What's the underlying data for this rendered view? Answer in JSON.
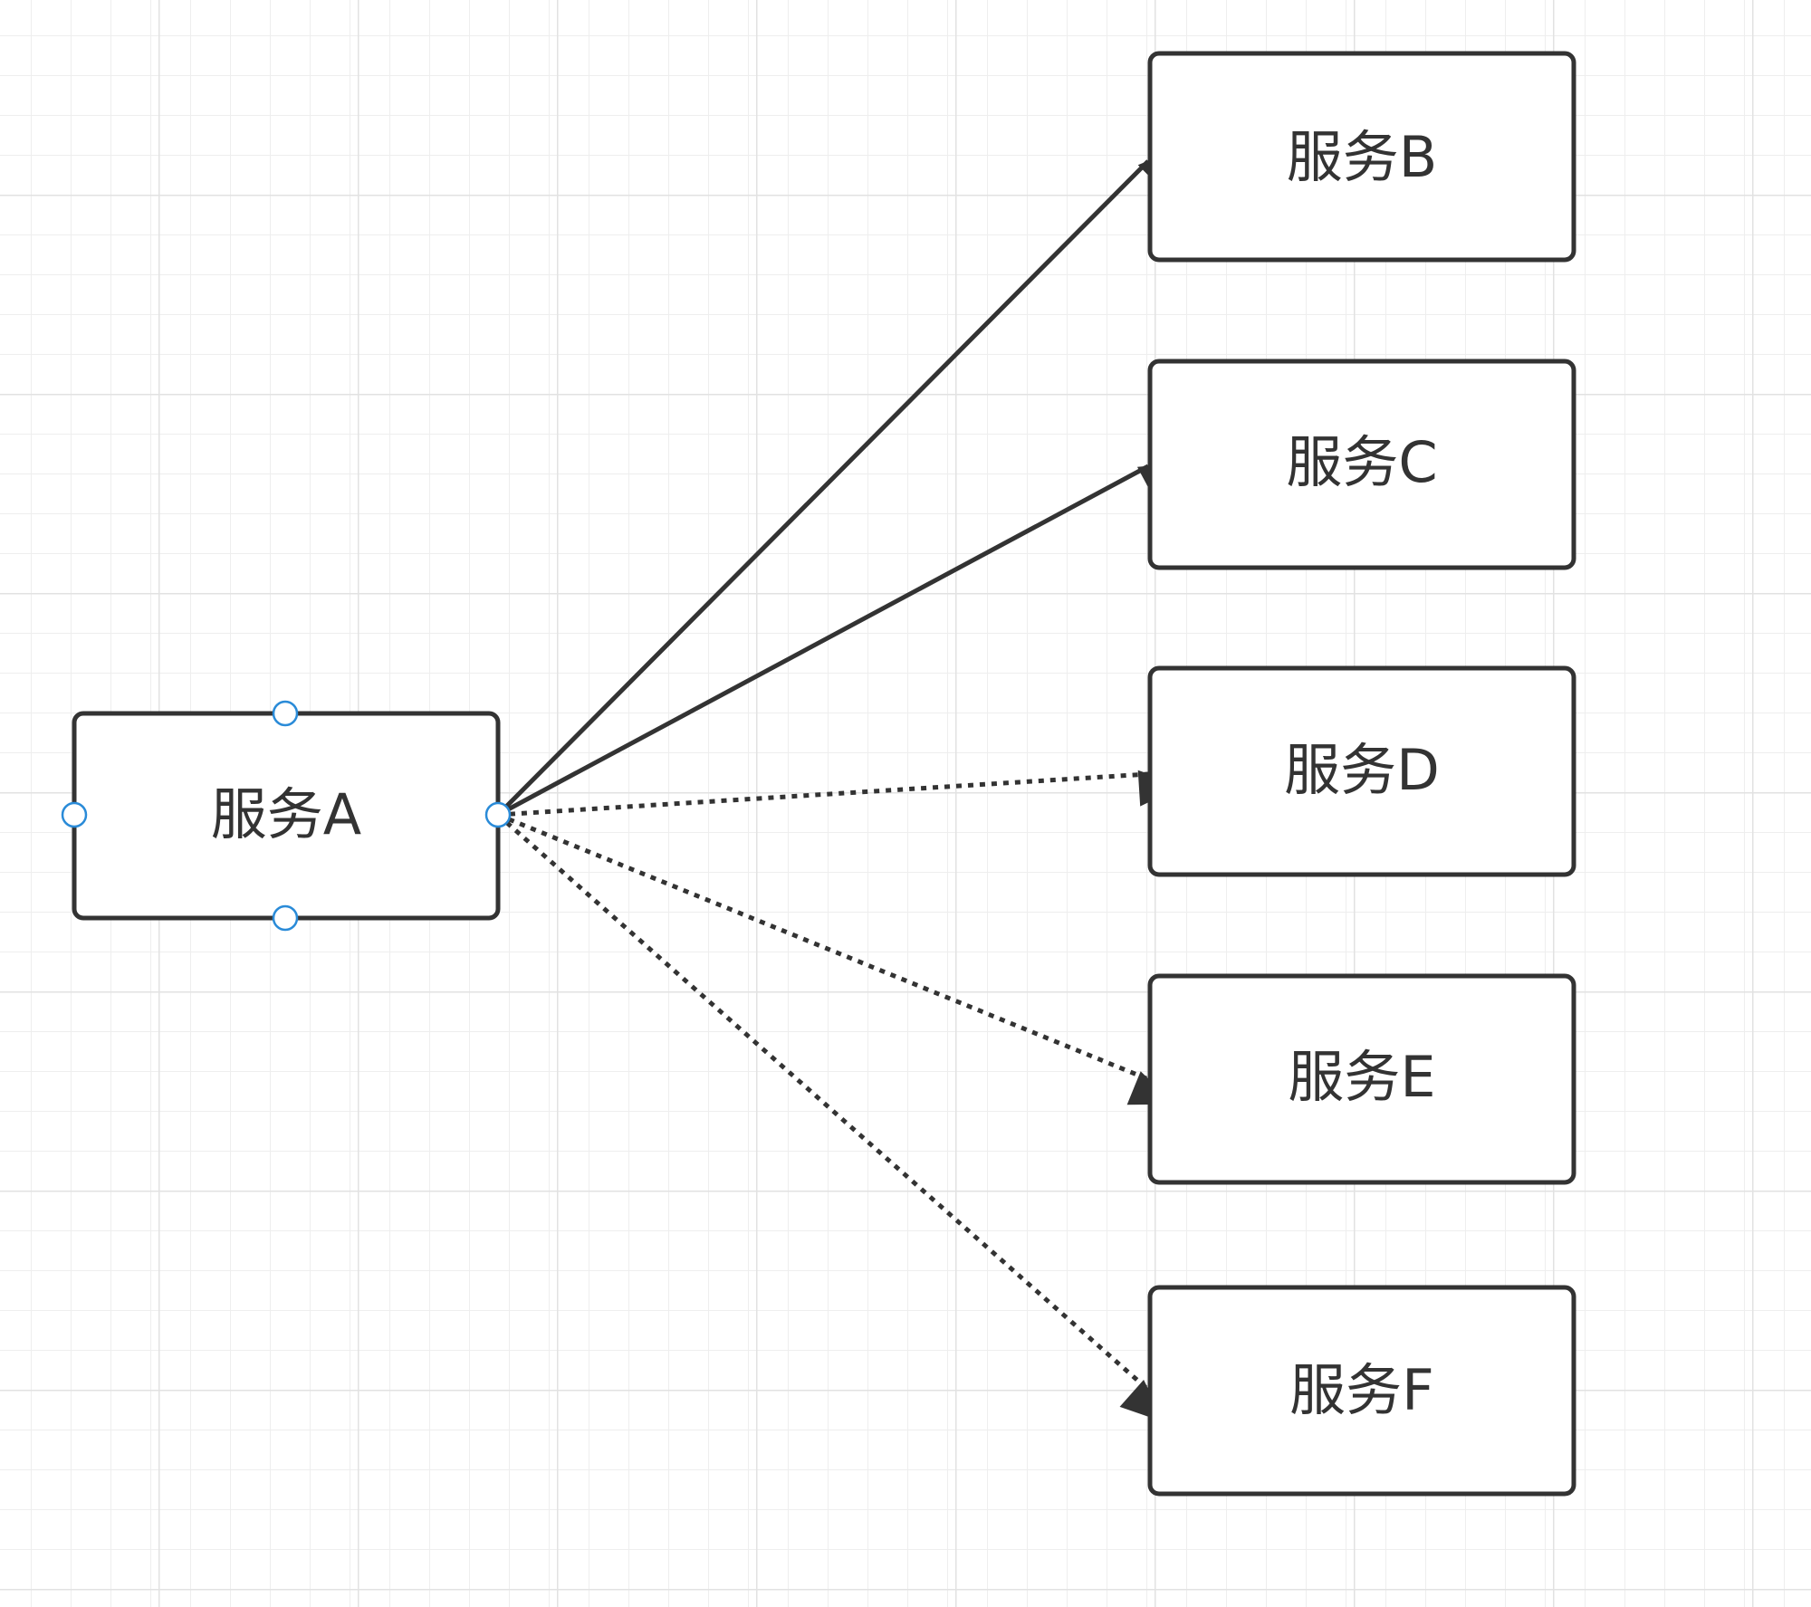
{
  "diagram": {
    "source": {
      "id": "a",
      "label": "服务A",
      "selected": true
    },
    "targets": [
      {
        "id": "b",
        "label": "服务B",
        "line_style": "solid"
      },
      {
        "id": "c",
        "label": "服务C",
        "line_style": "solid"
      },
      {
        "id": "d",
        "label": "服务D",
        "line_style": "dotted"
      },
      {
        "id": "e",
        "label": "服务E",
        "line_style": "dotted"
      },
      {
        "id": "f",
        "label": "服务F",
        "line_style": "dotted"
      }
    ]
  },
  "colors": {
    "grid_minor": "#eeeeee",
    "grid_major": "#e2e2e2",
    "stroke": "#333333",
    "selection_handle": "#2a8bd8"
  }
}
